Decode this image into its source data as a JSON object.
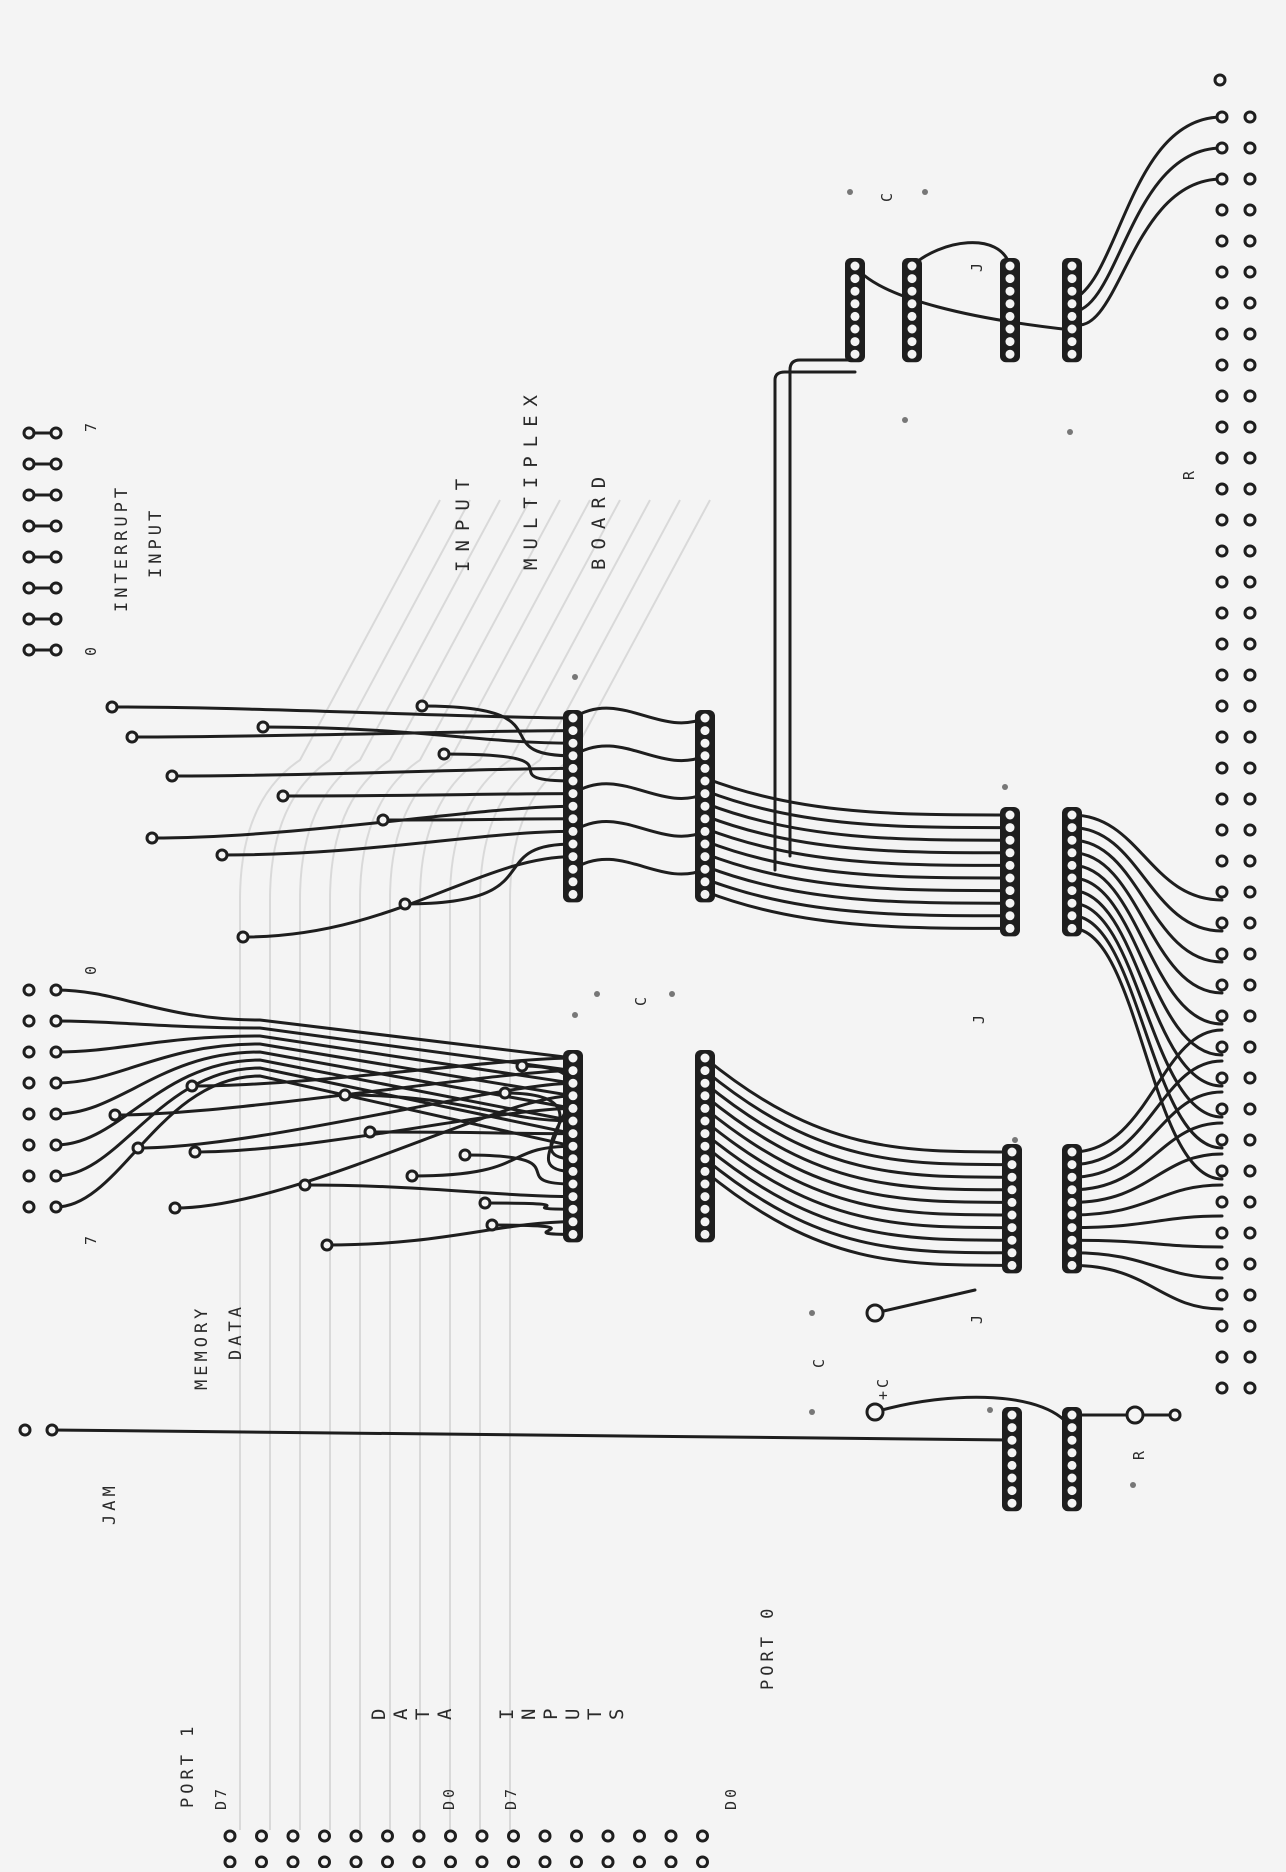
{
  "board": {
    "title_lines": [
      "INPUT",
      "MULTIPLEX",
      "BOARD"
    ],
    "interrupt_input": {
      "lines": [
        "INTERRUPT",
        "INPUT"
      ],
      "bit_first": "0",
      "bit_last": "7"
    },
    "memory_data": {
      "lines": [
        "MEMORY",
        "DATA"
      ],
      "bit_first": "0",
      "bit_last": "7"
    },
    "jam": "JAM",
    "data_inputs": [
      "D",
      "A",
      "T",
      "A",
      "I",
      "N",
      "P",
      "U",
      "T",
      "S"
    ],
    "port1": {
      "label": "PORT 1",
      "msb": "D7",
      "lsb": "D0"
    },
    "port0": {
      "label": "PORT 0",
      "msb": "D7",
      "lsb": "D0"
    },
    "component_markers": {
      "c": "C",
      "j": "J",
      "r": "R",
      "plus_c": "+C"
    },
    "colors": {
      "background": "#f4f4f4",
      "trace": "#1e1e1e",
      "ghost": "#c9c9c9"
    }
  }
}
